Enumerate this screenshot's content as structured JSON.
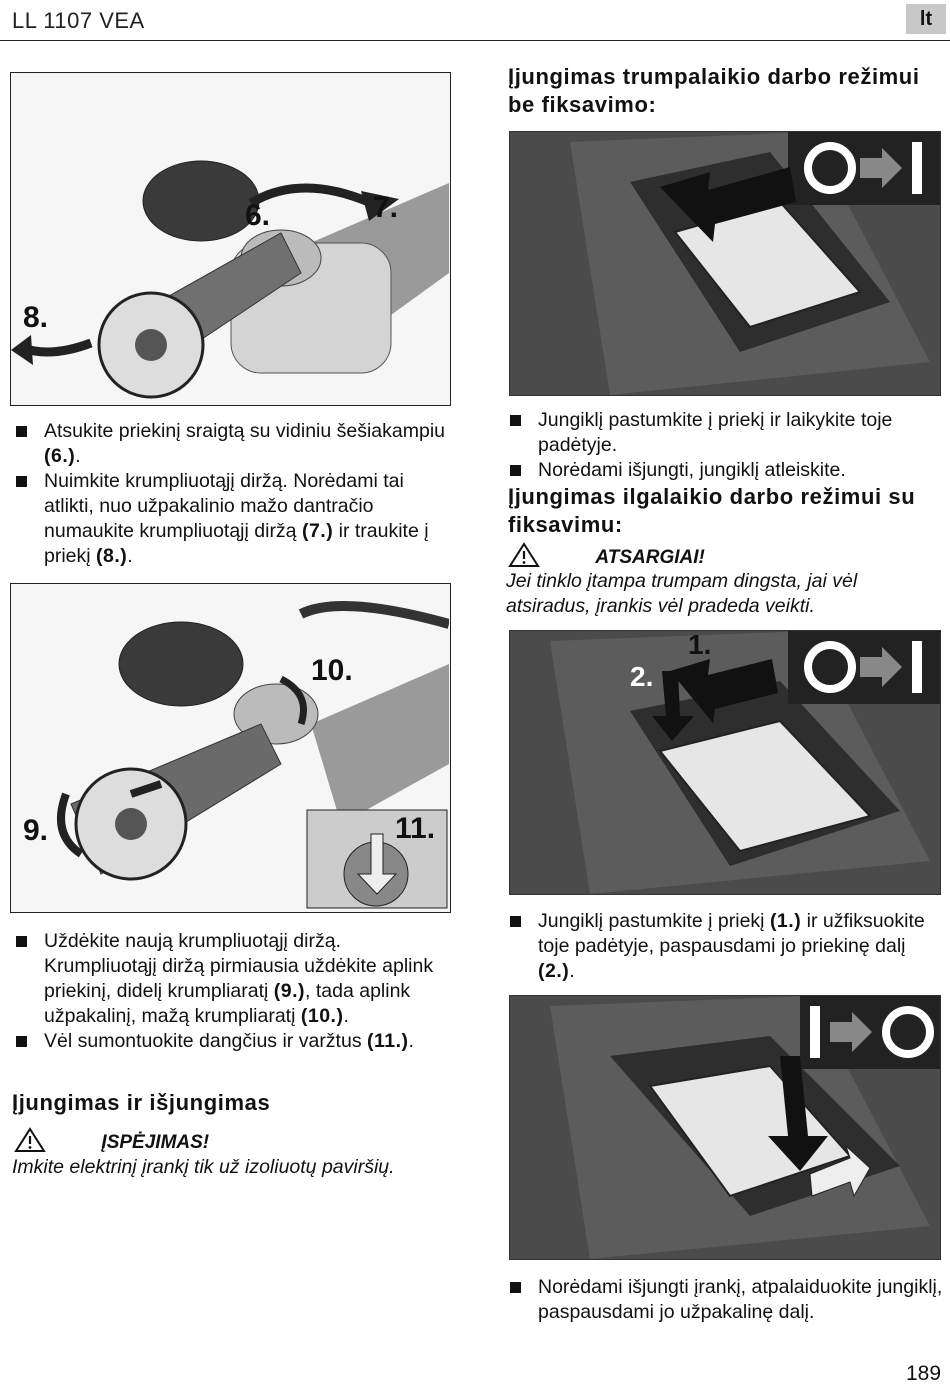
{
  "header": {
    "title": "LL 1107 VEA",
    "lang": "lt"
  },
  "page_number": "189",
  "left": {
    "fig1_labels": [
      "6.",
      "7.",
      "8."
    ],
    "list1": [
      {
        "text": "Atsukite priekinį sraigtą su vidiniu šešiakampiu ",
        "ref": "(6.)",
        "tail": "."
      },
      {
        "text": "Nuimkite krumpliuotąjį diržą. Norėdami tai atlikti, nuo užpakalinio mažo dantračio numaukite krumpliuotąjį diržą ",
        "ref": "(7.)",
        "tail": " ir traukite į priekį ",
        "ref2": "(8.)",
        "tail2": "."
      }
    ],
    "fig2_labels": [
      "10.",
      "9.",
      "11."
    ],
    "list2": [
      {
        "text": "Uždėkite naują krumpliuotąjį diržą. Krumpliuotąjį diržą pirmiausia uždėkite aplink priekinį, didelį krumpliaratį ",
        "ref": "(9.)",
        "tail": ", tada aplink užpakalinį, mažą krumpliaratį ",
        "ref2": "(10.)",
        "tail2": "."
      },
      {
        "text": "Vėl sumontuokite dangčius ir varžtus ",
        "ref": "(11.)",
        "tail": "."
      }
    ],
    "heading": "Įjungimas ir išjungimas",
    "warning_title": "ĮSPĖJIMAS!",
    "warning_text": "Imkite elektrinį įrankį tik už izoliuotų paviršių."
  },
  "right": {
    "heading1": "Įjungimas trumpalaikio darbo režimui be fiksavimo:",
    "list1": [
      "Jungiklį pastumkite į priekį ir laikykite toje padėtyje.",
      "Norėdami išjungti, jungiklį atleiskite."
    ],
    "heading2": "Įjungimas ilgalaikio darbo režimui su fiksavimu:",
    "caution_title": "ATSARGIAI!",
    "caution_text": "Jei tinklo įtampa trumpam dingsta, jai vėl atsiradus, įrankis vėl pradeda veikti.",
    "fig_labels": [
      "1.",
      "2."
    ],
    "list2": {
      "text": "Jungiklį pastumkite į priekį ",
      "ref": "(1.)",
      "mid": " ir užfiksuokite toje padėtyje, paspausdami jo priekinę dalį ",
      "ref2": "(2.)",
      "tail": "."
    },
    "list3": "Norėdami išjungti įrankį, atpalaiduokite jungiklį, paspausdami jo užpakalinę dalį."
  }
}
